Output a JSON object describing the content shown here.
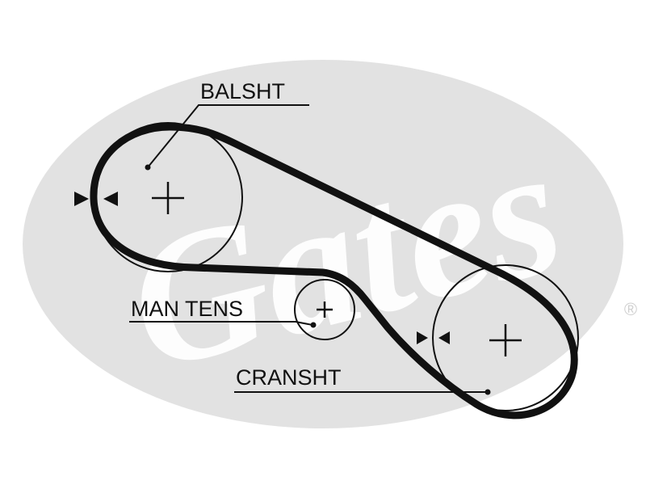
{
  "labels": {
    "balsht": "BALSHT",
    "man_tens": "MAN TENS",
    "cransht": "CRANSHT"
  },
  "watermark": {
    "brand": "Gates",
    "registered_mark": "®"
  },
  "colors": {
    "belt": "#111111",
    "pulley_outline": "#111111",
    "watermark_fill": "#e2e2e2"
  }
}
